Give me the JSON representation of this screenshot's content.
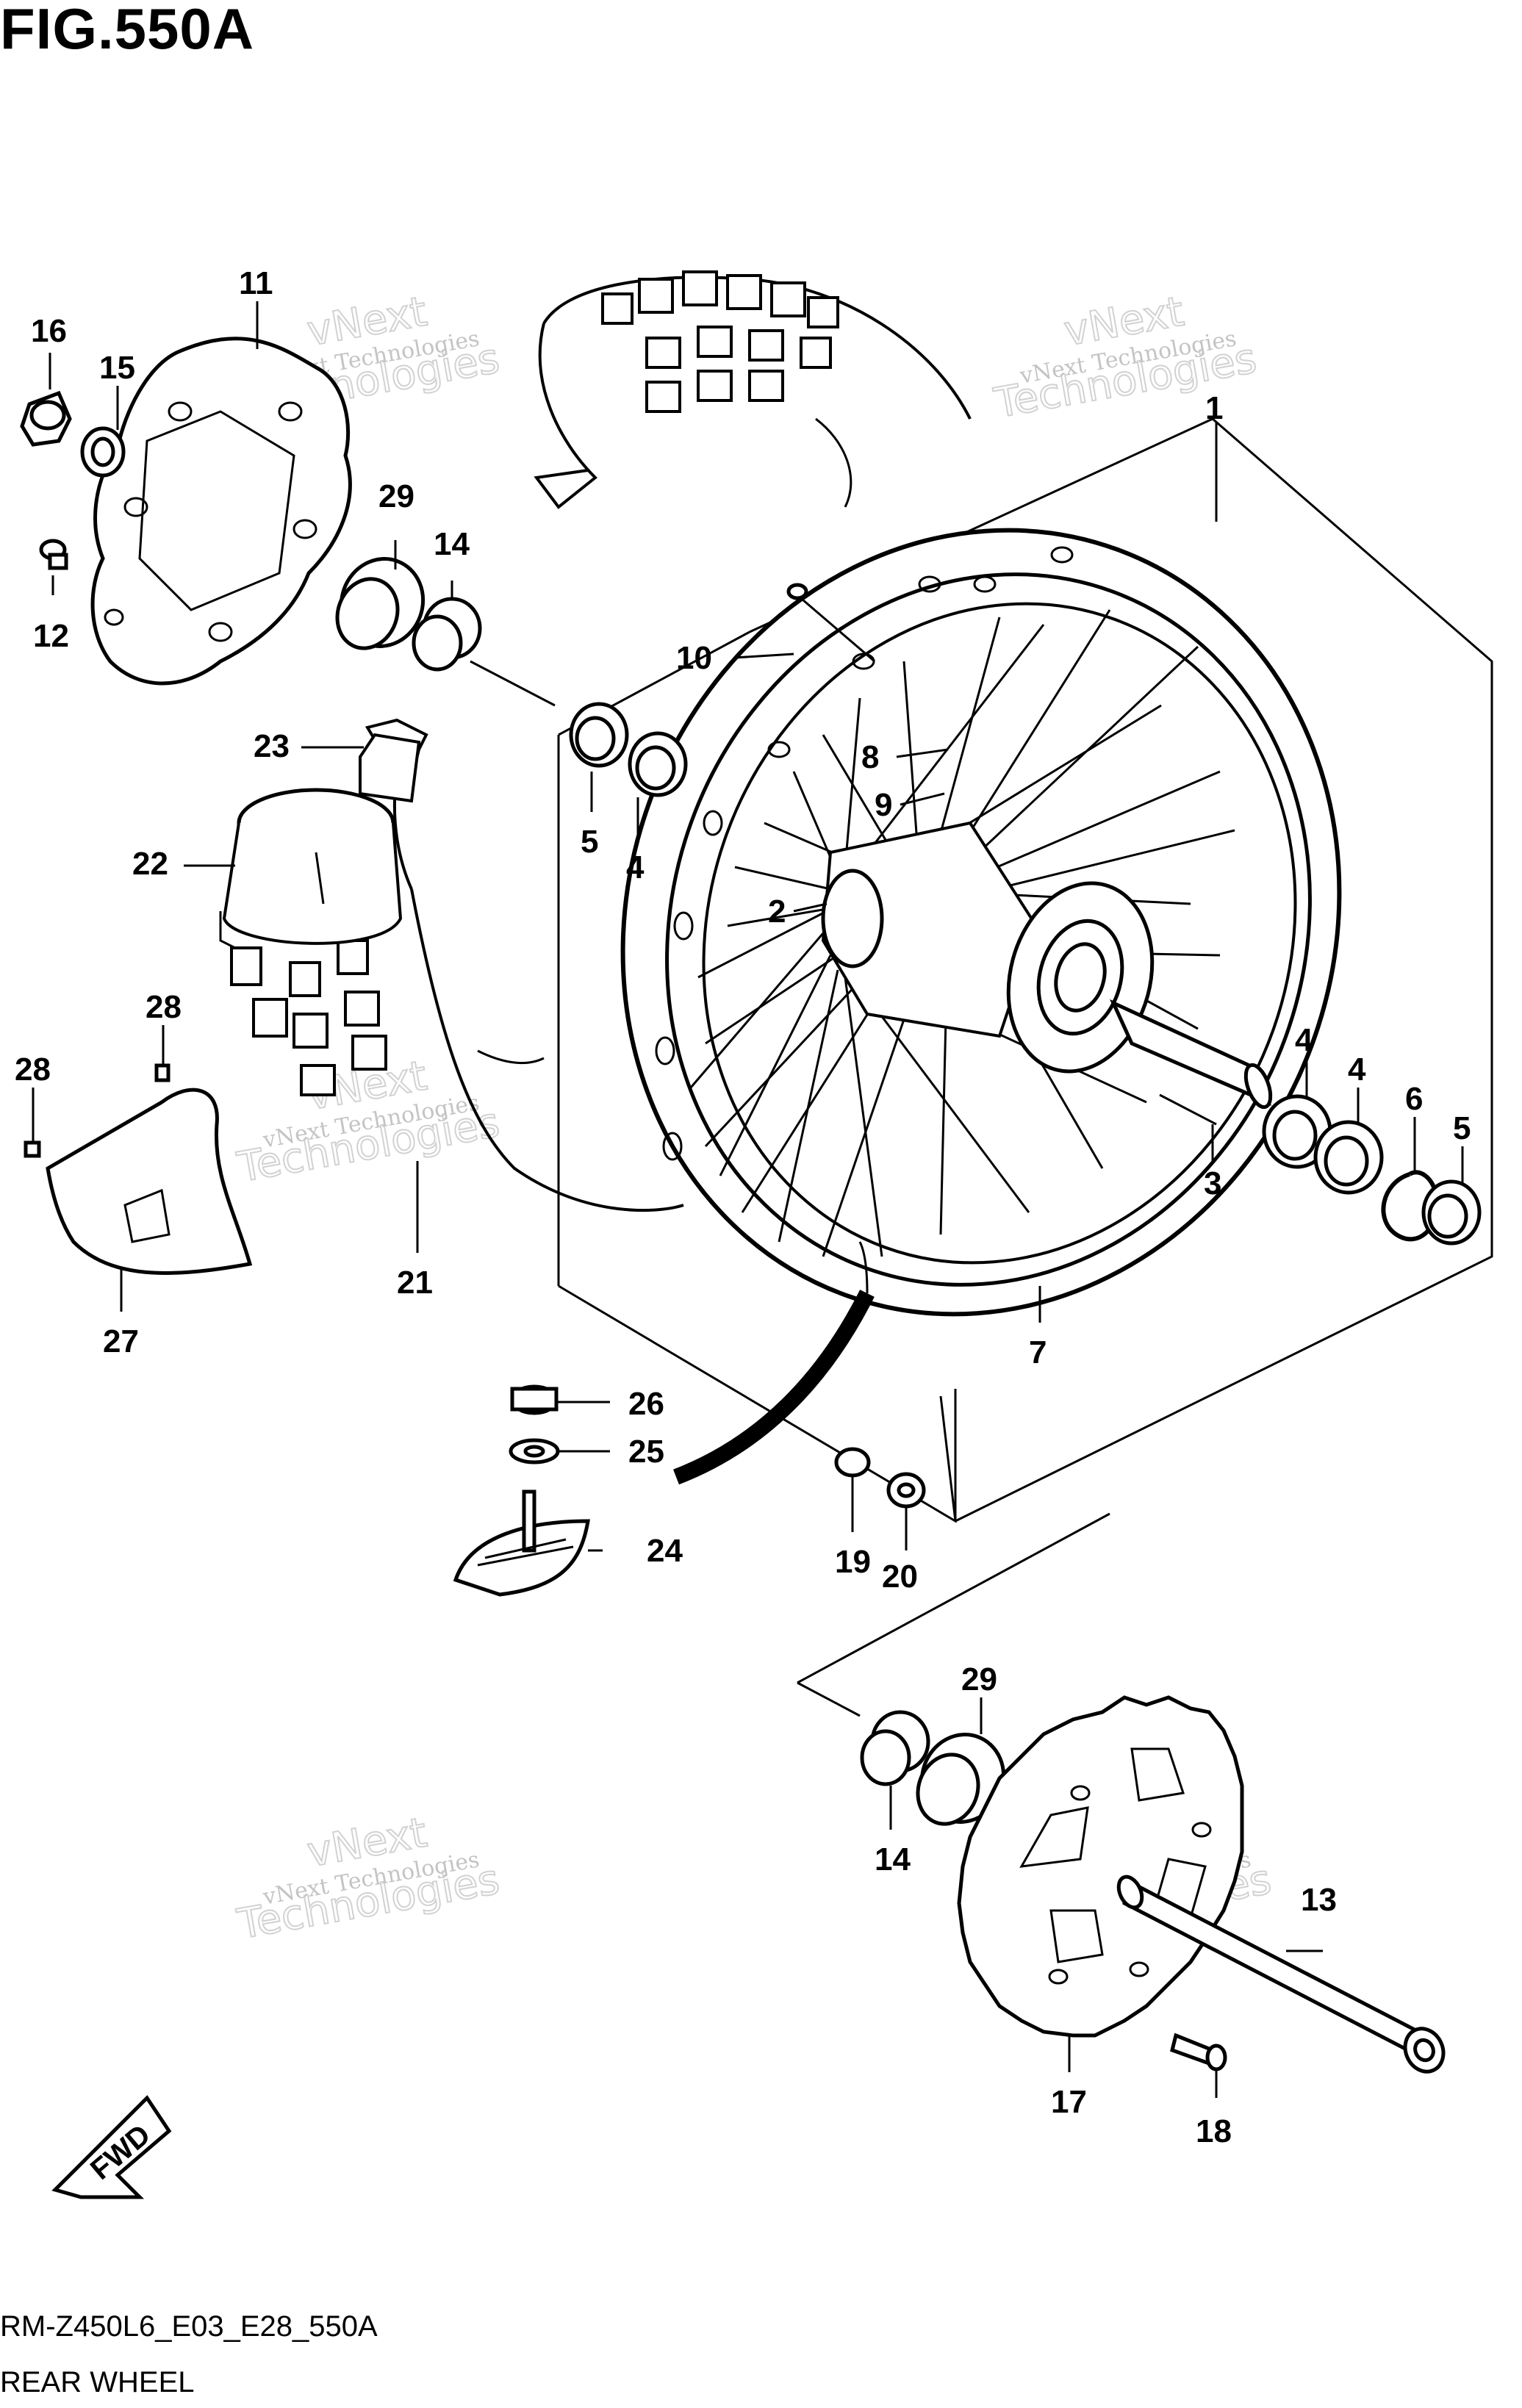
{
  "figure": {
    "title": "FIG.550A",
    "code": "RM-Z450L6_E03_E28_550A",
    "name": "REAR WHEEL"
  },
  "watermark": {
    "line1": "vNext Technologies",
    "line2": "vNext",
    "line3": "Technologies"
  },
  "direction_marker": {
    "label": "FWD",
    "icon": "arrow-left-down-icon"
  },
  "callouts": {
    "c1": "1",
    "c2": "2",
    "c3": "3",
    "c4a": "4",
    "c4b": "4",
    "c4c": "4",
    "c5a": "5",
    "c5b": "5",
    "c6": "6",
    "c7": "7",
    "c8": "8",
    "c9": "9",
    "c10": "10",
    "c11": "11",
    "c12": "12",
    "c13": "13",
    "c14a": "14",
    "c14b": "14",
    "c15": "15",
    "c16": "16",
    "c17": "17",
    "c18": "18",
    "c19": "19",
    "c20": "20",
    "c21": "21",
    "c22": "22",
    "c23": "23",
    "c24": "24",
    "c25": "25",
    "c26": "26",
    "c27": "27",
    "c28a": "28",
    "c28b": "28",
    "c29a": "29",
    "c29b": "29"
  },
  "colors": {
    "line": "#000000",
    "background": "#ffffff",
    "watermark": "#c4c4c4"
  }
}
